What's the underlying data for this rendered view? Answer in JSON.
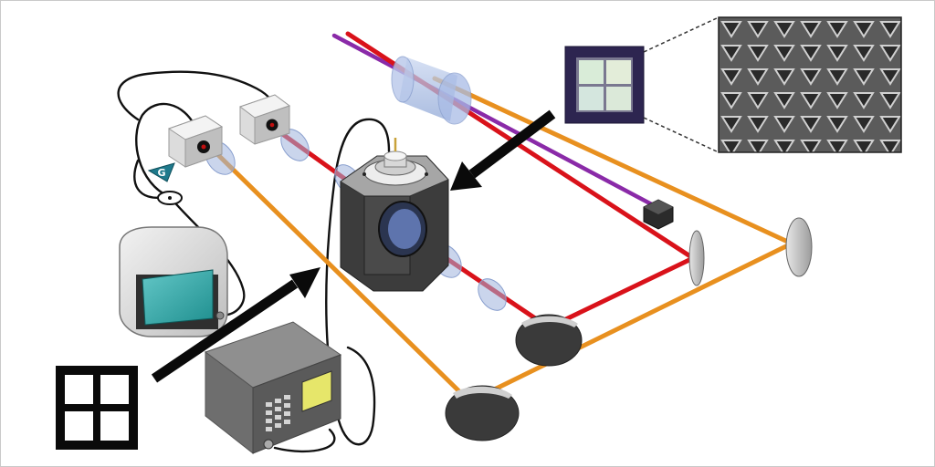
{
  "diagram": {
    "kind": "optical-setup-schematic",
    "components": [
      "laser-source-1",
      "laser-source-2",
      "cable-connector",
      "display-monitor",
      "signal-generator",
      "sample-chamber",
      "sample-chip",
      "sem-inset",
      "beam-expander",
      "mirror-1",
      "mirror-2",
      "mirror-3",
      "mirror-4",
      "beam-dump",
      "metasurface-pattern-icon"
    ],
    "connector_label": "G",
    "colors": {
      "beam_orange": "#e8901f",
      "beam_red": "#d9121a",
      "beam_purple": "#8a2aa8",
      "lens_blue": "#9fb3dc",
      "chamber_dark": "#3c3c3c",
      "monitor_screen": "#2fa8a8",
      "generator_display": "#e6e66a",
      "connector_teal": "#1f7a8c",
      "sem_background": "#5a5a5a"
    }
  }
}
